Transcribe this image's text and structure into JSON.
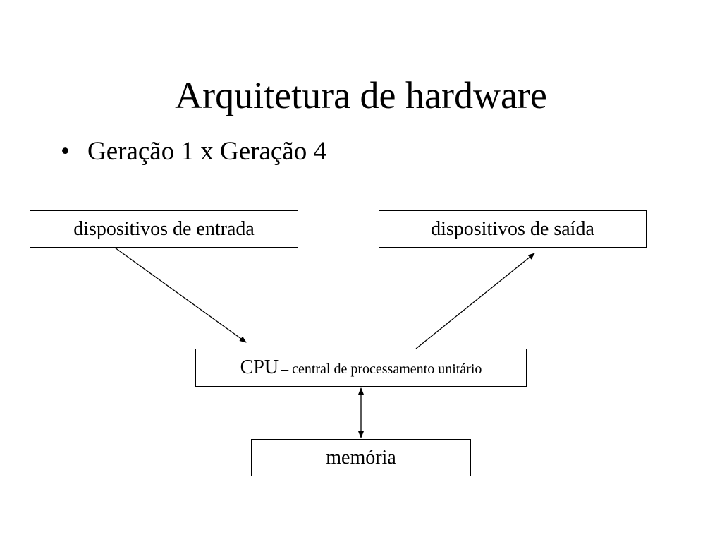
{
  "slide": {
    "title": "Arquitetura de hardware",
    "bullet_marker": "•",
    "bullet_text": "Geração 1 x Geração 4"
  },
  "diagram": {
    "input_box": "dispositivos de entrada",
    "output_box": "dispositivos de saída",
    "cpu_label": "CPU",
    "cpu_description": "– central de processamento unitário",
    "memory_box": "memória",
    "connections": [
      {
        "from": "dispositivos de entrada",
        "to": "CPU",
        "direction": "one-way"
      },
      {
        "from": "CPU",
        "to": "dispositivos de saída",
        "direction": "one-way"
      },
      {
        "from": "CPU",
        "to": "memória",
        "direction": "two-way"
      }
    ]
  },
  "colors": {
    "background": "#ffffff",
    "foreground": "#000000"
  }
}
